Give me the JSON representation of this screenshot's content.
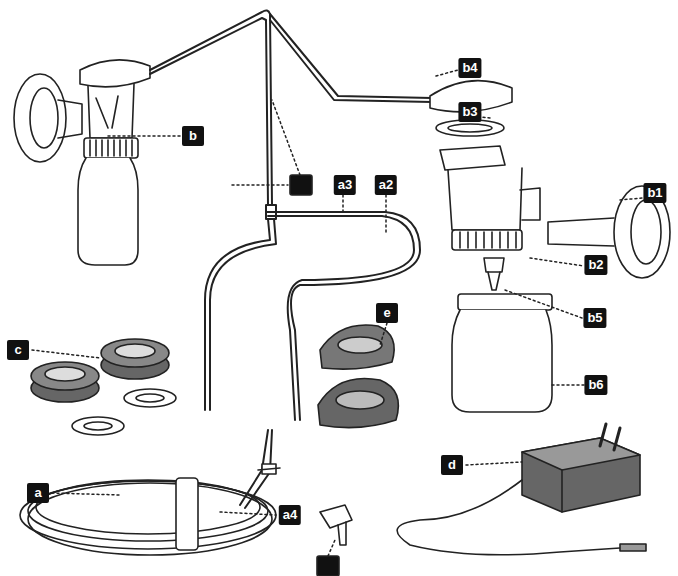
{
  "diagram": {
    "labels": [
      "b4",
      "b",
      "a3",
      "a2",
      "b3",
      "b1",
      "b2",
      "c",
      "e",
      "b5",
      "b6",
      "d",
      "a",
      "a4"
    ]
  }
}
